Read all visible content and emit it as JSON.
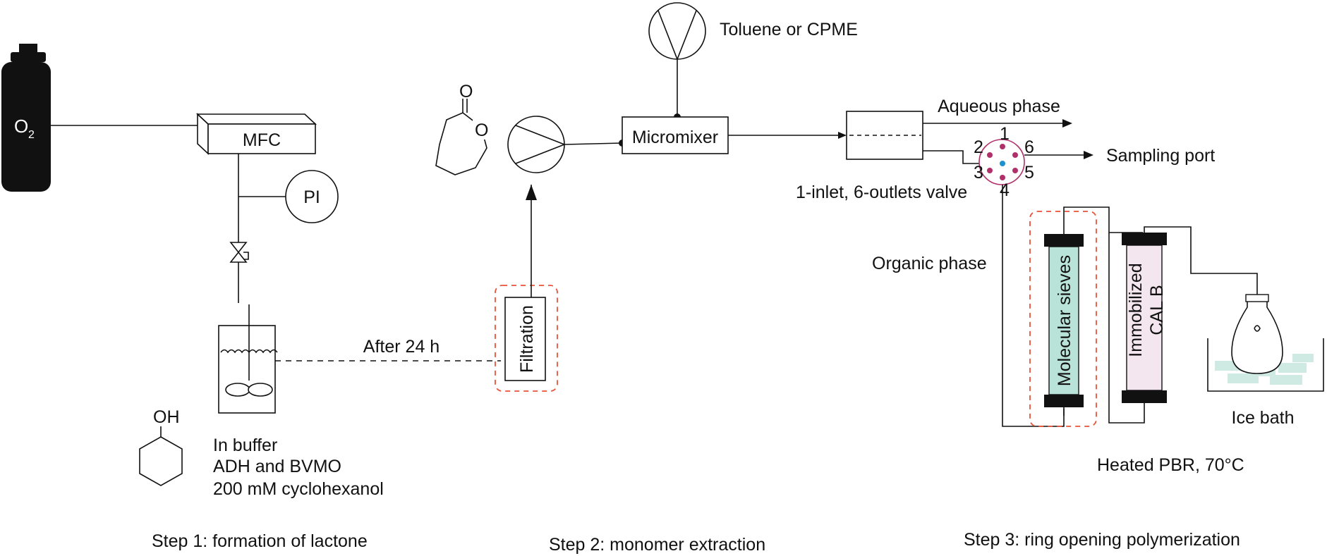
{
  "colors": {
    "line": "#111111",
    "red_dash": "#e8533a",
    "sieve_fill": "#b9e3d8",
    "enzyme_fill": "#f3e6ee",
    "valve_ring": "#b0306a",
    "valve_dot": "#b0306a",
    "valve_center": "#1e8fd0",
    "ice": "#cfe9e3"
  },
  "icons": [
    "oxygen-cylinder-icon",
    "pump-icon",
    "pressure-indicator-icon",
    "needle-valve-icon",
    "stirred-reactor-icon",
    "six-port-valve-icon",
    "round-flask-icon",
    "ice-bath-icon"
  ],
  "labels": {
    "o2": "O",
    "o2_sub": "2",
    "mfc": "MFC",
    "pi": "PI",
    "after": "After 24 h",
    "oh": "OH",
    "buffer1": "In buffer",
    "buffer2": "ADH and BVMO",
    "buffer3": "200 mM cyclohexanol",
    "step1": "Step 1: formation of lactone",
    "filtration": "Filtration",
    "lactone_o1": "O",
    "lactone_o2": "O",
    "toluene": "Toluene or CPME",
    "micromixer": "Micromixer",
    "step2": "Step 2:  monomer extraction",
    "aqueous": "Aqueous phase",
    "sampling": "Sampling port",
    "valve_label": "1-inlet, 6-outlets valve",
    "organic": "Organic phase",
    "sieves": "Molecular sieves",
    "immob1": "Immobilized",
    "immob2": "CAL B",
    "icebath": "Ice bath",
    "heated": "Heated PBR, 70°C",
    "step3": "Step 3: ring opening polymerization",
    "port1": "1",
    "port2": "2",
    "port3": "3",
    "port4": "4",
    "port5": "5",
    "port6": "6"
  }
}
